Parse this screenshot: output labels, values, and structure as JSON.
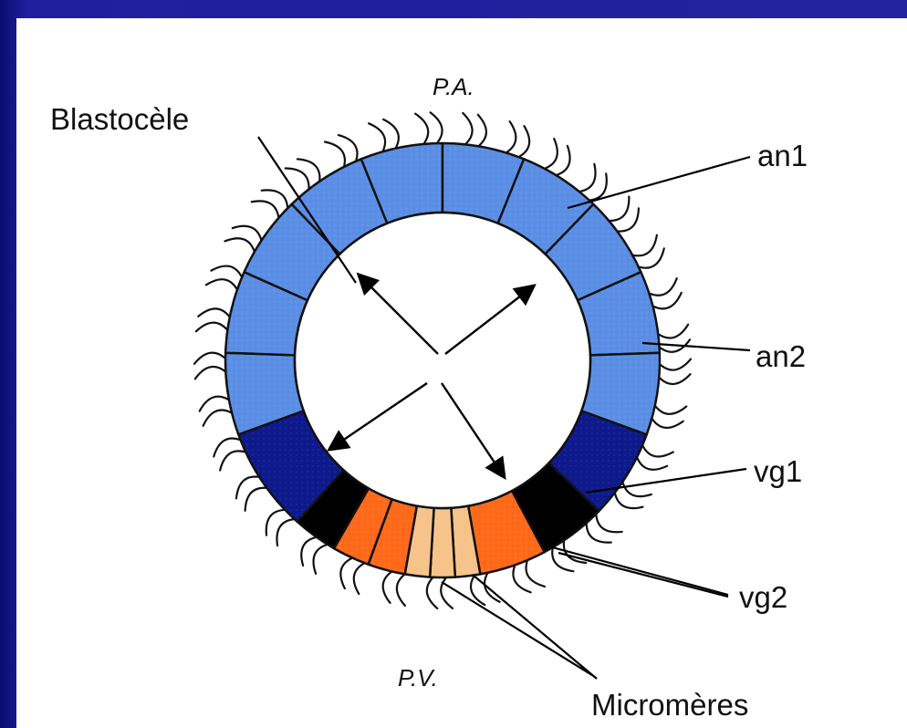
{
  "figure": {
    "pole_top": "P.A.",
    "pole_bottom": "P.V.",
    "labels": {
      "blastocoel": "Blastocèle",
      "an1": "an1",
      "an2": "an2",
      "vg1": "vg1",
      "vg2": "vg2",
      "micromeres": "Micromères"
    }
  },
  "colors": {
    "background": "#1b1b8f",
    "an_cells": "#5b8fe6",
    "vg1_cells": "#0e1a8c",
    "vg2_cells": "#000000",
    "macromere_cells": "#ff6a1a",
    "micromere_cells": "#f6c48a"
  }
}
